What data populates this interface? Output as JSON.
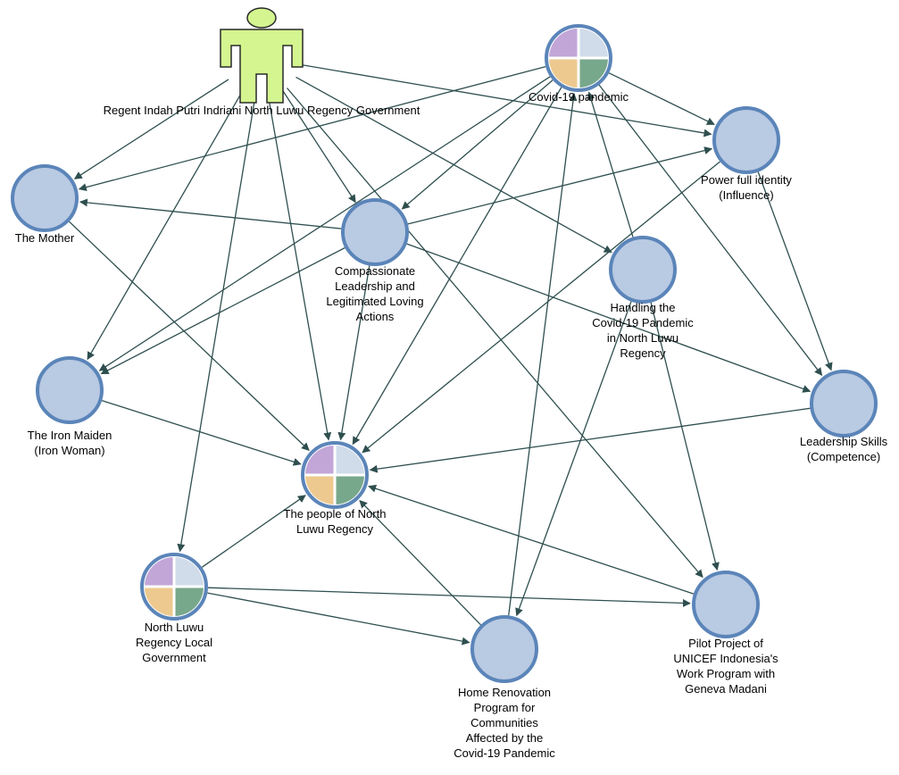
{
  "nodes": {
    "regent": {
      "lines": [
        "Regent Indah Putri Indriani North Luwu Regency Government"
      ],
      "icon": "person-icon"
    },
    "covid": {
      "lines": [
        "Covid-19 pandemic"
      ],
      "icon": "quadrant-circle-icon"
    },
    "power": {
      "lines": [
        "Power full identity",
        "(Influence)"
      ],
      "icon": "circle-icon"
    },
    "mother": {
      "lines": [
        "The Mother"
      ],
      "icon": "circle-icon"
    },
    "compassionate": {
      "lines": [
        "Compassionate",
        "Leadership and",
        "Legitimated Loving",
        "Actions"
      ],
      "icon": "circle-icon"
    },
    "handling": {
      "lines": [
        "Handling the",
        "Covid-19 Pandemic",
        "in North Luwu",
        "Regency"
      ],
      "icon": "circle-icon"
    },
    "iron": {
      "lines": [
        "The Iron Maiden",
        "(Iron Woman)"
      ],
      "icon": "circle-icon"
    },
    "skills": {
      "lines": [
        "Leadership Skills",
        "(Competence)"
      ],
      "icon": "circle-icon"
    },
    "people": {
      "lines": [
        "The people of North",
        "Luwu Regency"
      ],
      "icon": "quadrant-circle-icon"
    },
    "localgov": {
      "lines": [
        "North Luwu",
        "Regency Local",
        "Government"
      ],
      "icon": "quadrant-circle-icon"
    },
    "home": {
      "lines": [
        "Home Renovation",
        "Program for",
        "Communities",
        "Affected by the",
        "Covid-19 Pandemic"
      ],
      "icon": "circle-icon"
    },
    "pilot": {
      "lines": [
        "Pilot Project of",
        "UNICEF Indonesia's",
        "Work Program with",
        "Geneva Madani"
      ],
      "icon": "circle-icon"
    }
  },
  "edges": [
    [
      "regent",
      "mother"
    ],
    [
      "regent",
      "compassionate"
    ],
    [
      "regent",
      "iron"
    ],
    [
      "regent",
      "people"
    ],
    [
      "regent",
      "localgov"
    ],
    [
      "regent",
      "handling"
    ],
    [
      "regent",
      "pilot"
    ],
    [
      "regent",
      "power"
    ],
    [
      "covid",
      "mother"
    ],
    [
      "covid",
      "compassionate"
    ],
    [
      "covid",
      "iron"
    ],
    [
      "covid",
      "people"
    ],
    [
      "covid",
      "skills"
    ],
    [
      "covid",
      "power"
    ],
    [
      "compassionate",
      "mother"
    ],
    [
      "compassionate",
      "iron"
    ],
    [
      "compassionate",
      "people"
    ],
    [
      "compassionate",
      "power"
    ],
    [
      "compassionate",
      "skills"
    ],
    [
      "mother",
      "people"
    ],
    [
      "iron",
      "people"
    ],
    [
      "power",
      "people"
    ],
    [
      "power",
      "skills"
    ],
    [
      "handling",
      "covid"
    ],
    [
      "handling",
      "home"
    ],
    [
      "handling",
      "pilot"
    ],
    [
      "skills",
      "people"
    ],
    [
      "localgov",
      "people"
    ],
    [
      "localgov",
      "home"
    ],
    [
      "localgov",
      "pilot"
    ],
    [
      "home",
      "people"
    ],
    [
      "home",
      "covid"
    ],
    [
      "pilot",
      "people"
    ]
  ],
  "colors": {
    "node_fill": "#b9cae3",
    "node_stroke": "#5b85b9",
    "person_fill": "#d4f58f",
    "person_stroke": "#2a2a2a",
    "edge": "#2f4f4f",
    "q1": "#c2a6d8",
    "q2": "#d0dcea",
    "q3": "#edc98f",
    "q4": "#78a88c"
  }
}
